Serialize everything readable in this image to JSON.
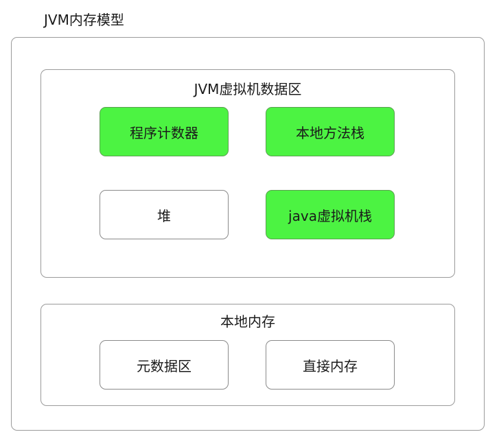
{
  "title": "JVM内存模型",
  "jvm_data_area": {
    "label": "JVM虚拟机数据区",
    "cells": [
      {
        "label": "程序计数器",
        "color": "#4cf342"
      },
      {
        "label": "本地方法栈",
        "color": "#4cf342"
      },
      {
        "label": "堆",
        "color": "#ffffff"
      },
      {
        "label": "java虚拟机栈",
        "color": "#4cf342"
      }
    ]
  },
  "native_memory": {
    "label": "本地内存",
    "cells": [
      {
        "label": "元数据区"
      },
      {
        "label": "直接内存"
      }
    ]
  }
}
